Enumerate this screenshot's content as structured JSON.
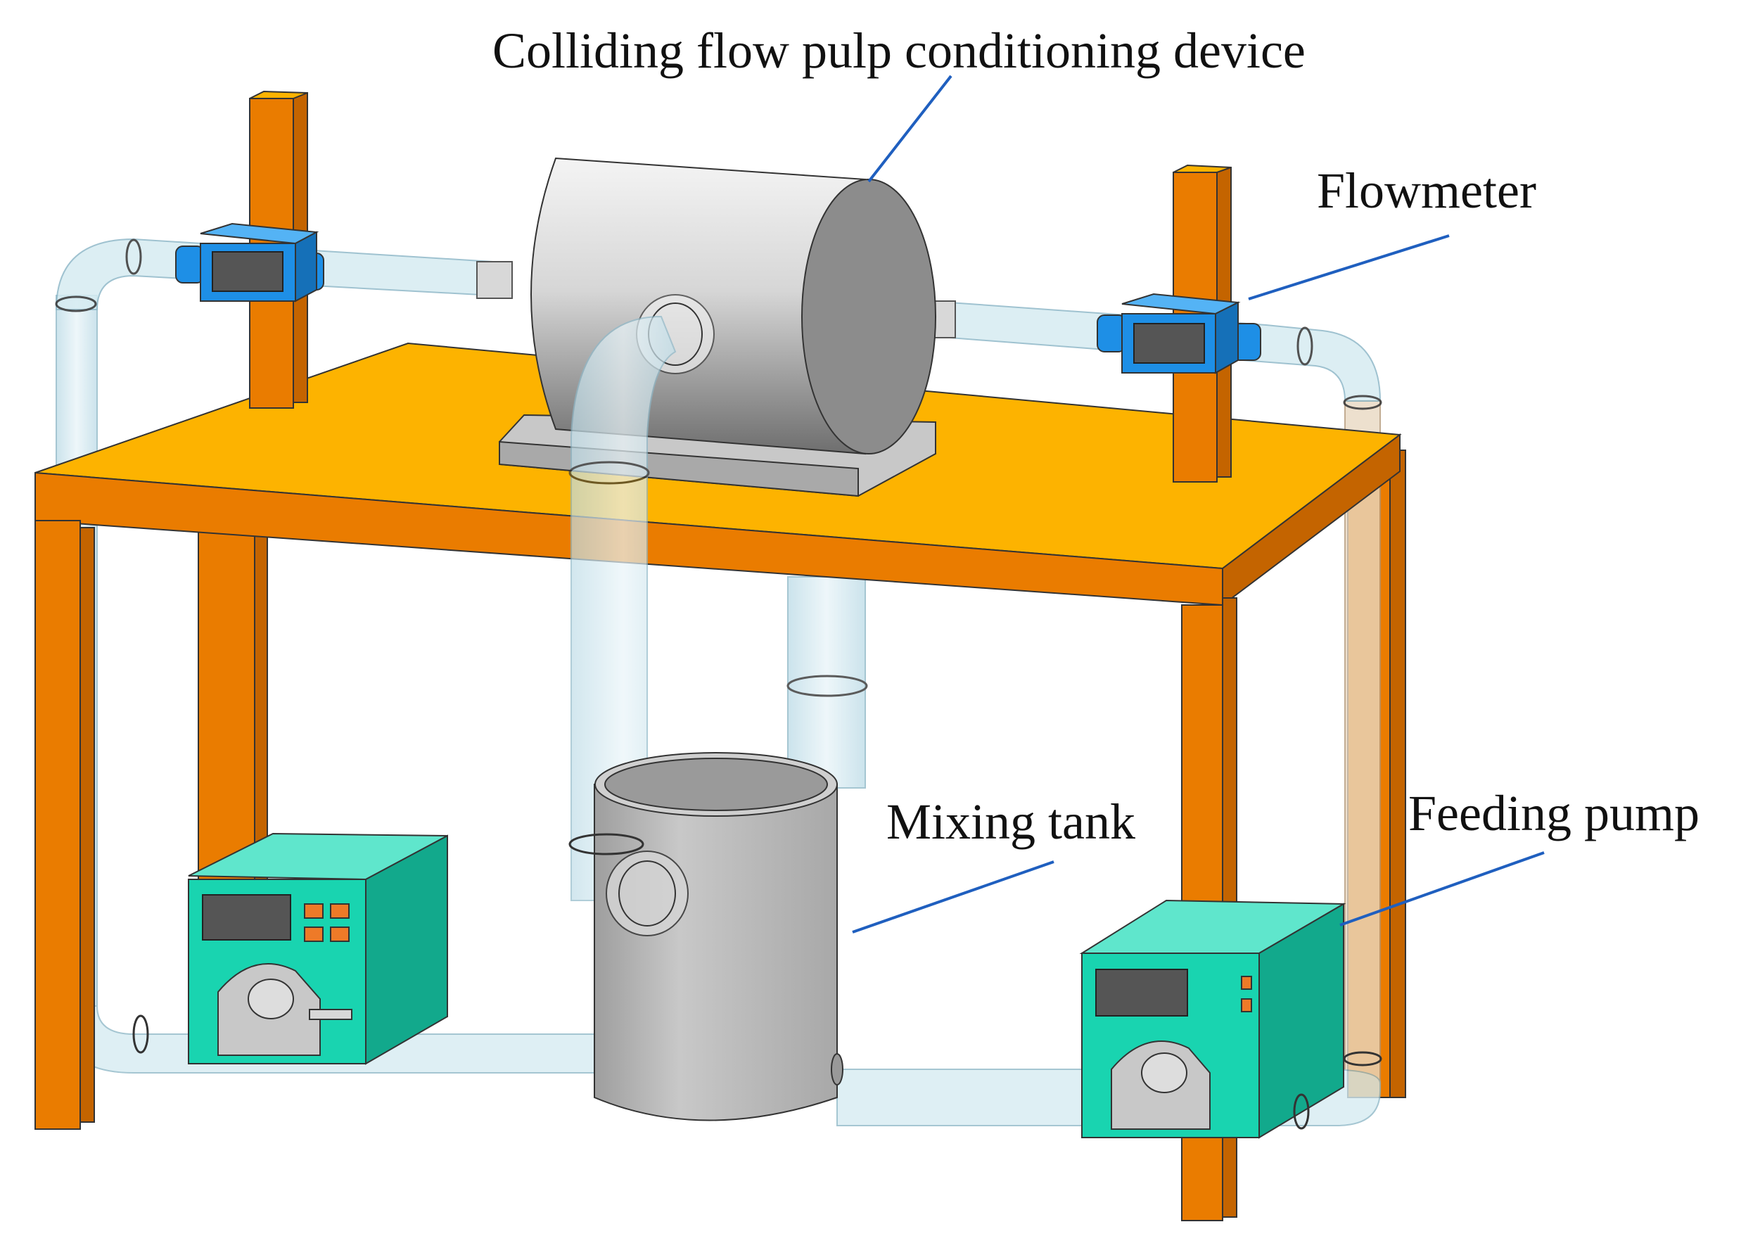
{
  "labels": {
    "device": "Colliding flow pulp conditioning device",
    "flowmeter": "Flowmeter",
    "mixing_tank": "Mixing tank",
    "feeding_pump": "Feeding pump"
  },
  "colors": {
    "table_top": "#FDB300",
    "table_frame": "#EA7C00",
    "table_frame_dark": "#C46400",
    "flowmeter_body": "#1E8FE6",
    "flowmeter_screen": "#555555",
    "pump_body": "#19D4B0",
    "pump_body_dark": "#12A98C",
    "pump_buttons": "#EE7A28",
    "cylinder_light": "#F2F2F2",
    "cylinder_dark": "#6E6E6E",
    "tank": "#B4B4B4",
    "pipe": "#CFE6EE",
    "leader_line": "#1F5FBF"
  }
}
